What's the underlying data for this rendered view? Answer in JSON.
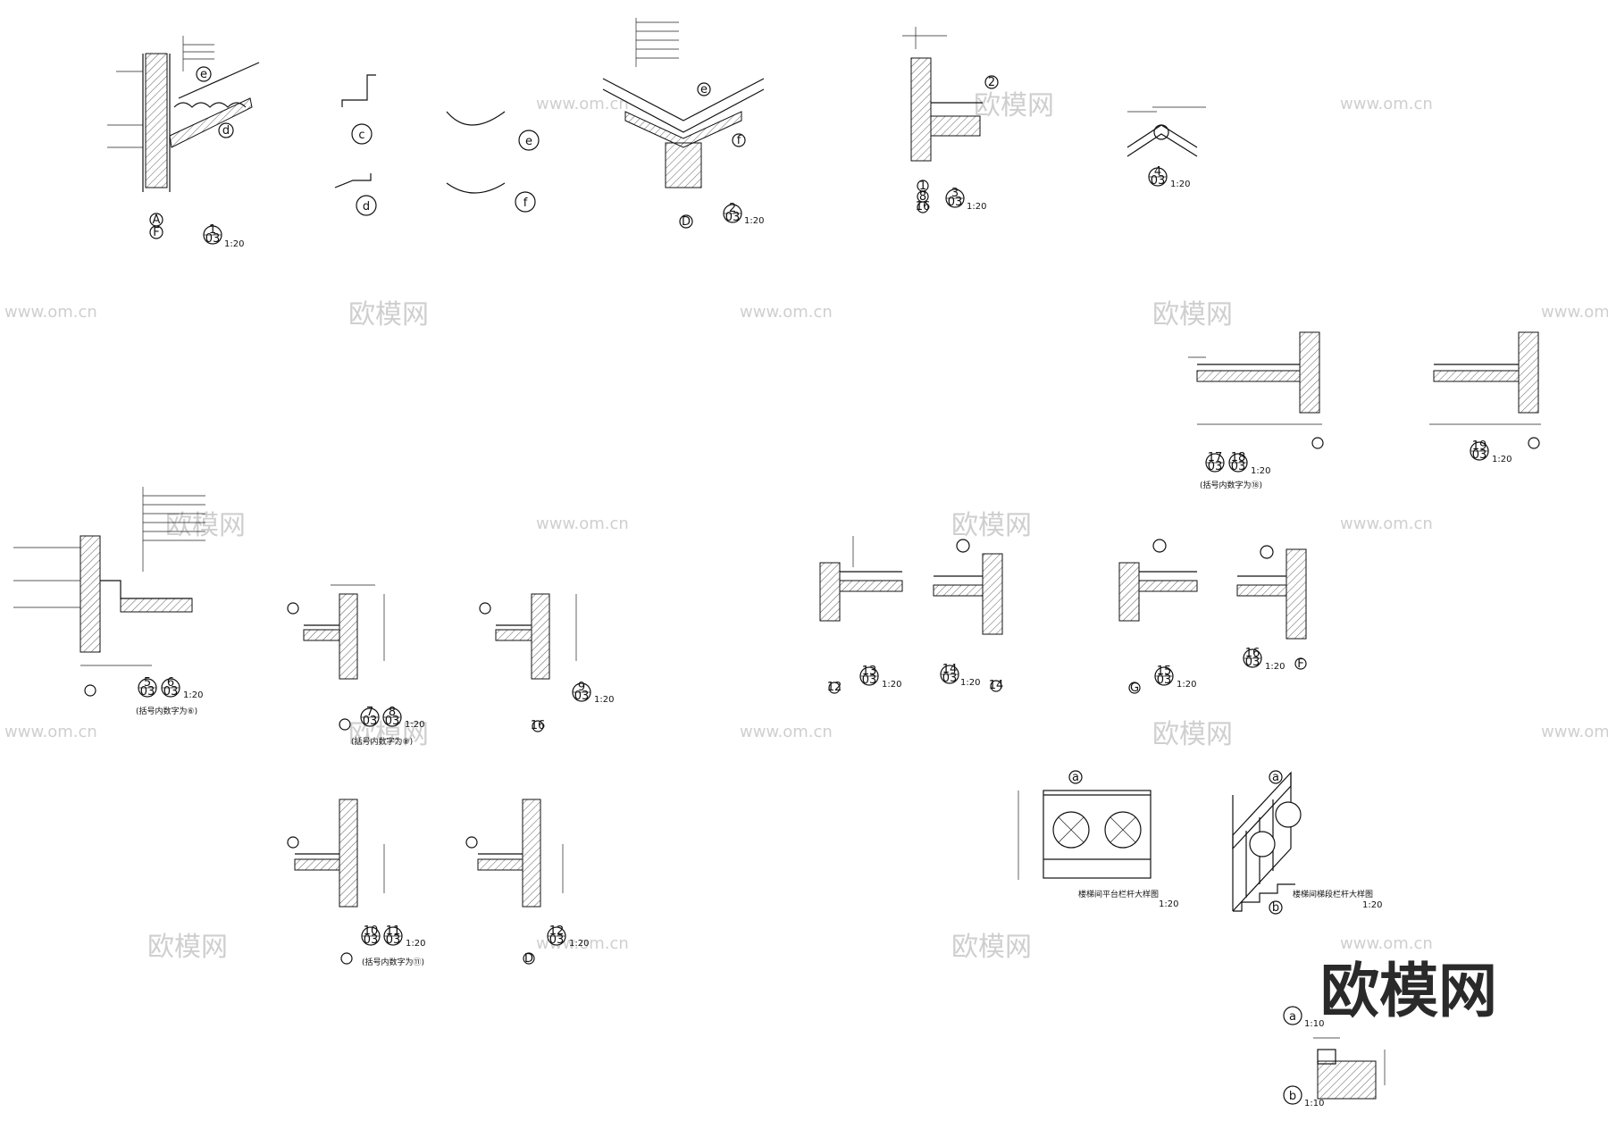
{
  "watermark": {
    "url_text": "www.om.cn",
    "brand_text": "欧模网",
    "big_brand_text": "欧模网"
  },
  "labels": {
    "scale_1_20": "1:20",
    "scale_1_10": "1:10",
    "c": "c",
    "d": "d",
    "e": "e",
    "f": "f",
    "a": "a",
    "b": "b",
    "axis_A": "A",
    "axis_F": "F",
    "axis_D": "D",
    "axis_1": "1",
    "axis_8": "8",
    "axis_16": "16",
    "axis_12": "12",
    "axis_14": "14",
    "axis_G": "G",
    "axis_F2": "F",
    "sheet": "03",
    "d1": "1",
    "d2": "2",
    "d3": "3",
    "d4": "4",
    "d5": "5",
    "d6": "6",
    "d7": "7",
    "d8": "8",
    "d9": "9",
    "d10": "10",
    "d11": "11",
    "d12": "12",
    "d13": "13",
    "d14": "14",
    "d15": "15",
    "d16": "16",
    "d17": "17",
    "d18": "18",
    "d19": "19",
    "note_6": "(括号内数字为⑥)",
    "note_8": "(括号内数字为⑧)",
    "note_11": "(括号内数字为⑪)",
    "note_18": "(括号内数字为⑱)",
    "railing_platform": "楼梯间平台栏杆大样图",
    "railing_stair": "楼梯间梯段栏杆大样图"
  }
}
